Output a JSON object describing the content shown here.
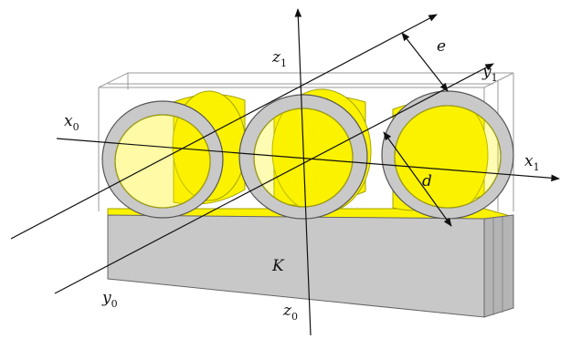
{
  "labels": {
    "x0": {
      "base": "x",
      "sub": "0"
    },
    "x1": {
      "base": "x",
      "sub": "1"
    },
    "y0": {
      "base": "y",
      "sub": "0"
    },
    "y1": {
      "base": "y",
      "sub": "1"
    },
    "z0": {
      "base": "z",
      "sub": "0"
    },
    "z1": {
      "base": "z",
      "sub": "1"
    },
    "e": "e",
    "d": "d",
    "K": "K"
  },
  "colors": {
    "ring_gray": "#c9c9c9",
    "ring_edge": "#555555",
    "yellow": "#fbf200",
    "yellow_edge": "#a3a300",
    "base_gray": "#c8c8c8",
    "frame": "#8a8a8a"
  }
}
